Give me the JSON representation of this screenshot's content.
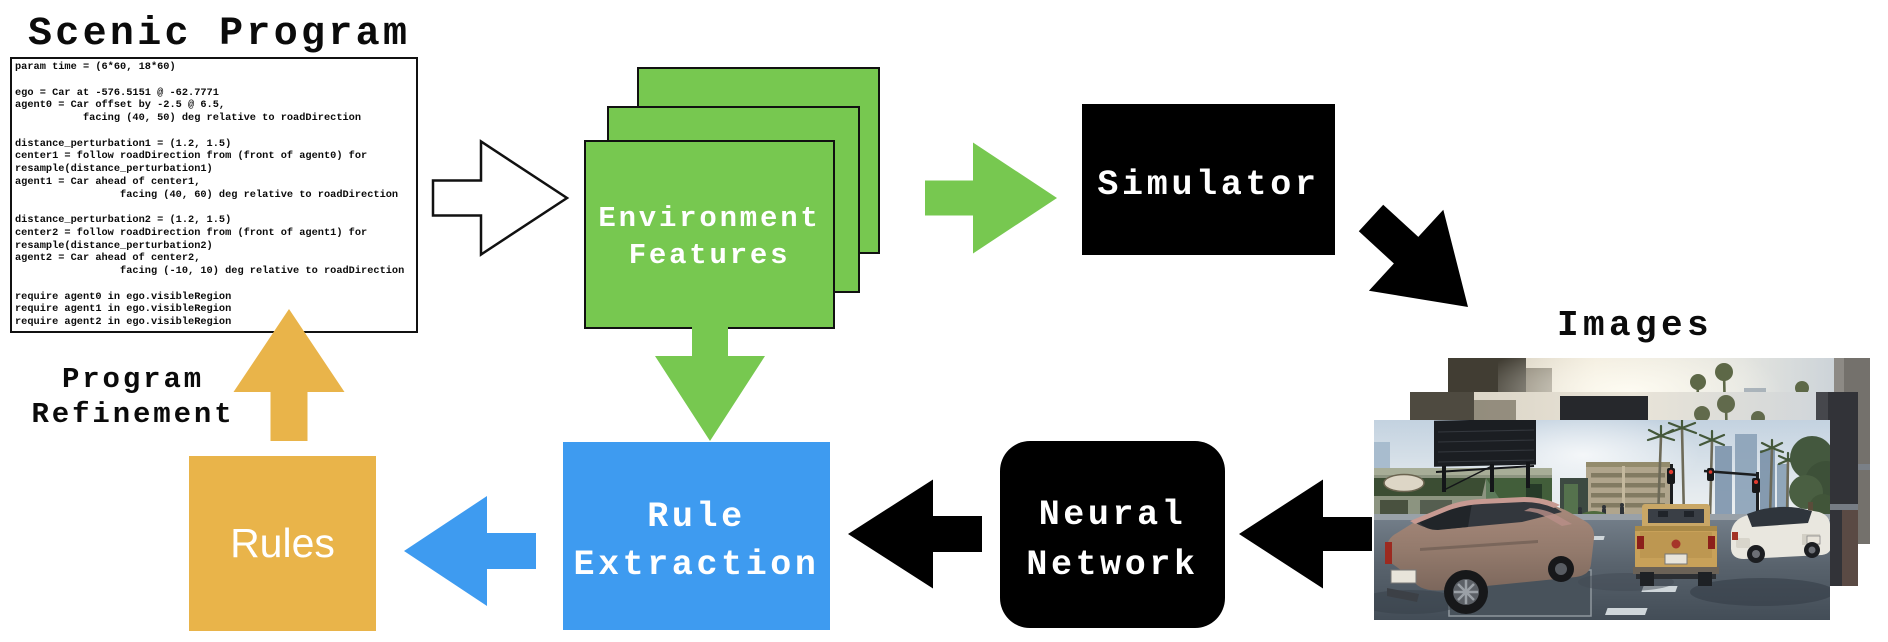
{
  "colors": {
    "green": "#77C850",
    "blue": "#3E9BF0",
    "orange": "#E9B44A",
    "black": "#000000",
    "arrow_outline": "#111111",
    "white": "#ffffff"
  },
  "scenic_program": {
    "title": "Scenic Program",
    "code": "param time = (6*60, 18*60)\n\nego = Car at -576.5151 @ -62.7771\nagent0 = Car offset by -2.5 @ 6.5,\n           facing (40, 50) deg relative to roadDirection\n\ndistance_perturbation1 = (1.2, 1.5)\ncenter1 = follow roadDirection from (front of agent0) for\nresample(distance_perturbation1)\nagent1 = Car ahead of center1,\n                 facing (40, 60) deg relative to roadDirection\n\ndistance_perturbation2 = (1.2, 1.5)\ncenter2 = follow roadDirection from (front of agent1) for\nresample(distance_perturbation2)\nagent2 = Car ahead of center2,\n                 facing (-10, 10) deg relative to roadDirection\n\nrequire agent0 in ego.visibleRegion\nrequire agent1 in ego.visibleRegion\nrequire agent2 in ego.visibleRegion"
  },
  "program_refinement": {
    "line1": "Program",
    "line2": "Refinement"
  },
  "environment_features": {
    "line1": "Environment",
    "line2": "Features"
  },
  "simulator": {
    "label": "Simulator"
  },
  "images": {
    "title": "Images"
  },
  "neural_network": {
    "line1": "Neural",
    "line2": "Network"
  },
  "rule_extraction": {
    "line1": "Rule",
    "line2": "Extraction"
  },
  "rules": {
    "label": "Rules"
  }
}
